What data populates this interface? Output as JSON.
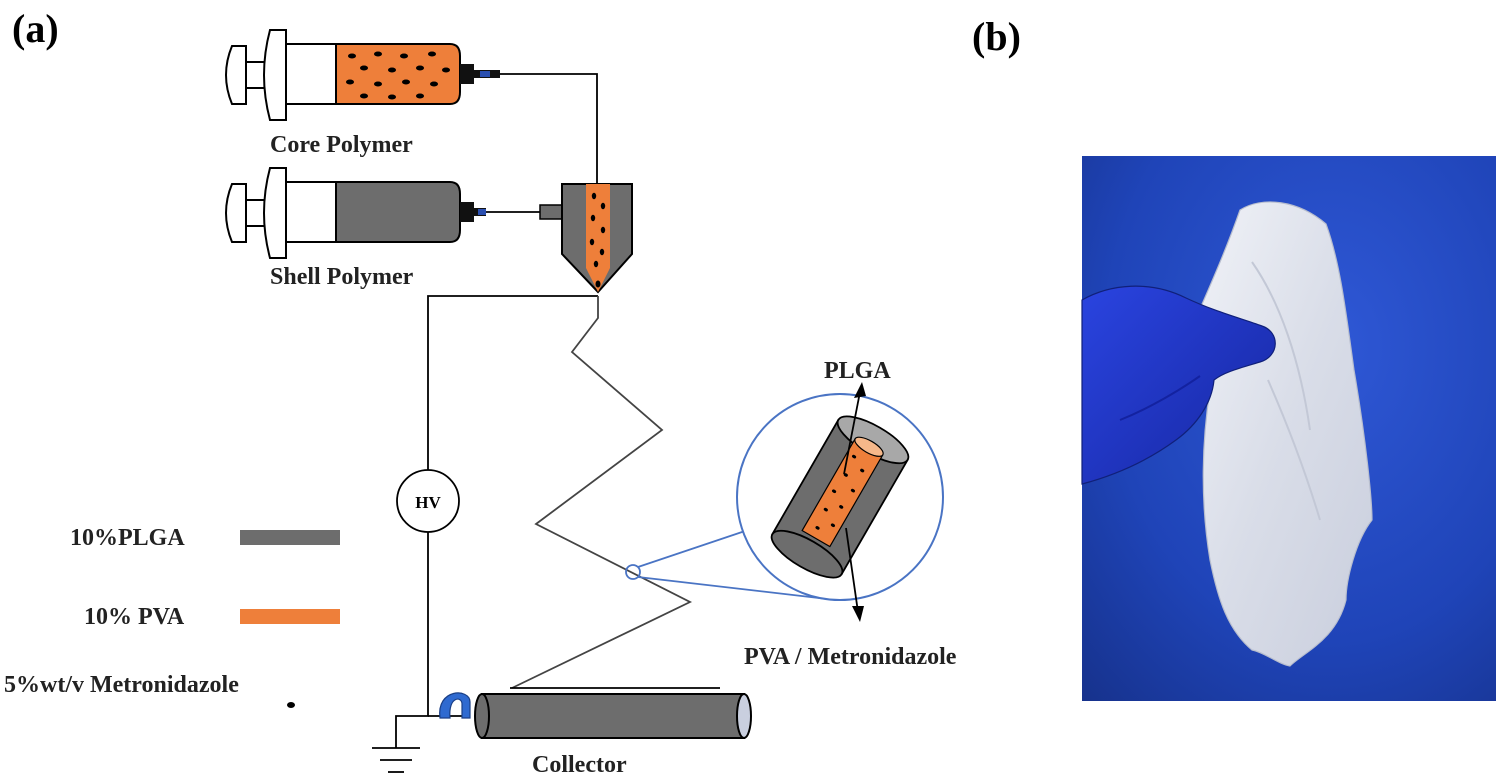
{
  "panel_labels": {
    "a": "(a)",
    "b": "(b)"
  },
  "labels": {
    "core_polymer": "Core Polymer",
    "shell_polymer": "Shell Polymer",
    "hv": "HV",
    "plga": "PLGA",
    "pva_metronidazole": "PVA / Metronidazole",
    "collector": "Collector"
  },
  "legend": [
    {
      "label": "10%PLGA",
      "swatch": "bar",
      "color": "#6d6d6d"
    },
    {
      "label": "10% PVA",
      "swatch": "bar",
      "color": "#ee7f3a"
    },
    {
      "label": "5%wt/v Metronidazole",
      "swatch": "dot",
      "color": "#000000"
    }
  ],
  "colors": {
    "plga_gray": "#6d6d6d",
    "pva_orange": "#ee7f3a",
    "photo_background_blue": "#1d3fae",
    "glove_blue": "#1f36c9",
    "zoom_circle_blue": "#4a74c4"
  }
}
